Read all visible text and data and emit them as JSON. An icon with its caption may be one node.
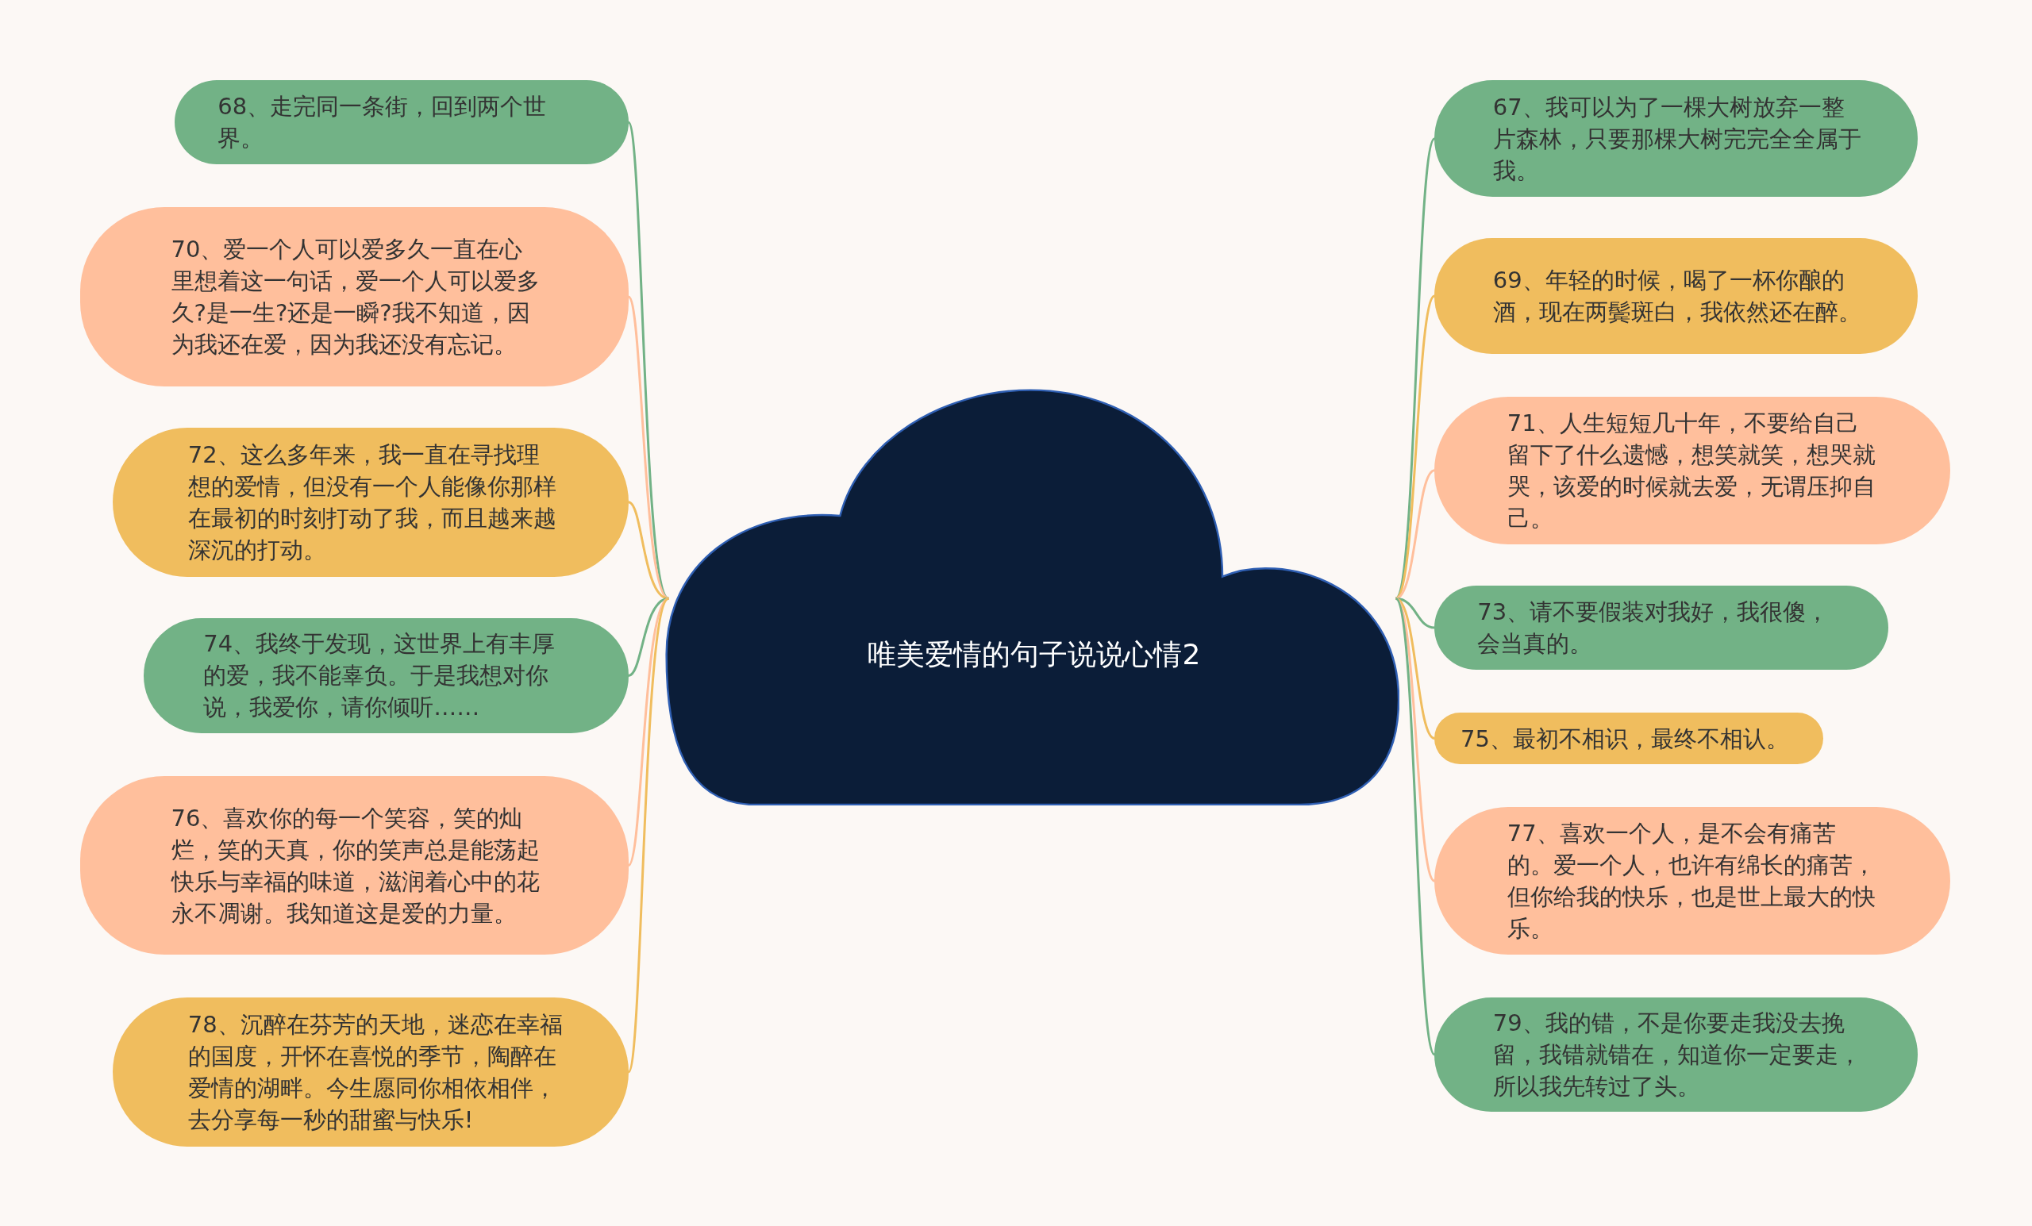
{
  "diagram": {
    "nodes": [
      {
        "text": [
          "唯美爱情的句子说说心情2"
        ]
      },
      {
        "text": [
          "68、走完同一条街，回到两个世界。"
        ]
      },
      {
        "text": [
          "70、爱一个人可以爱多久一直在心里想着这一句话，爱一个人可以爱多久?是一生?还是一瞬?我不知道，因为我还在爱，因为我还没有忘记。"
        ]
      },
      {
        "text": [
          "72、这么多年来，我一直在寻找理想的爱情，但没有一个人能像你那样在最初的时刻打动了我，而且越来越深沉的打动。"
        ]
      },
      {
        "text": [
          "74、我终于发现，这世界上有丰厚的爱，我不能辜负。于是我想对你说，我爱你，请你倾听……"
        ]
      },
      {
        "text": [
          "76、喜欢你的每一个笑容，笑的灿烂，笑的天真，你的笑声总是能荡起快乐与幸福的味道，滋润着心中的花永不凋谢。我知道这是爱的力量。"
        ]
      },
      {
        "text": [
          "78、沉醉在芬芳的天地，迷恋在幸福的国度，开怀在喜悦的季节，陶醉在爱情的湖畔。今生愿同你相依相伴，去分享每一秒的甜蜜与快乐!"
        ]
      },
      {
        "text": [
          "67、我可以为了一棵大树放弃一整片森林，只要那棵大树完完全全属于我。"
        ]
      },
      {
        "text": [
          "69、年轻的时候，喝了一杯你酿的酒，现在两鬓斑白，我依然还在醉。"
        ]
      },
      {
        "text": [
          "71、人生短短几十年，不要给自己留下了什么遗憾，想笑就笑，想哭就哭，该爱的时候就去爱，无谓压抑自己。"
        ]
      },
      {
        "text": [
          "73、请不要假装对我好，我很傻，会当真的。"
        ]
      },
      {
        "text": [
          "75、最初不相识，最终不相认。"
        ]
      },
      {
        "text": [
          "77、喜欢一个人，是不会有痛苦的。爱一个人，也许有绵长的痛苦，但你给我的快乐，也是世上最大的快乐。"
        ]
      },
      {
        "text": [
          "79、我的错，不是你要走我没去挽留，我错就错在，知道你一定要走，所以我先转过了头。"
        ]
      }
    ],
    "edges": [
      {
        "from": 0,
        "to": 1,
        "arrow": "none",
        "color": "#72b286"
      },
      {
        "from": 0,
        "to": 2,
        "arrow": "none",
        "color": "#ffbf9c"
      },
      {
        "from": 0,
        "to": 3,
        "arrow": "none",
        "color": "#f0bd5e"
      },
      {
        "from": 0,
        "to": 4,
        "arrow": "none",
        "color": "#72b286"
      },
      {
        "from": 0,
        "to": 5,
        "arrow": "none",
        "color": "#ffbf9c"
      },
      {
        "from": 0,
        "to": 6,
        "arrow": "none",
        "color": "#f0bd5e"
      },
      {
        "from": 0,
        "to": 7,
        "arrow": "none",
        "color": "#72b286"
      },
      {
        "from": 0,
        "to": 8,
        "arrow": "none",
        "color": "#f0bd5e"
      },
      {
        "from": 0,
        "to": 9,
        "arrow": "none",
        "color": "#ffbf9c"
      },
      {
        "from": 0,
        "to": 10,
        "arrow": "none",
        "color": "#72b286"
      },
      {
        "from": 0,
        "to": 11,
        "arrow": "none",
        "color": "#f0bd5e"
      },
      {
        "from": 0,
        "to": 12,
        "arrow": "none",
        "color": "#ffbf9c"
      },
      {
        "from": 0,
        "to": 13,
        "arrow": "none",
        "color": "#72b286"
      }
    ]
  }
}
